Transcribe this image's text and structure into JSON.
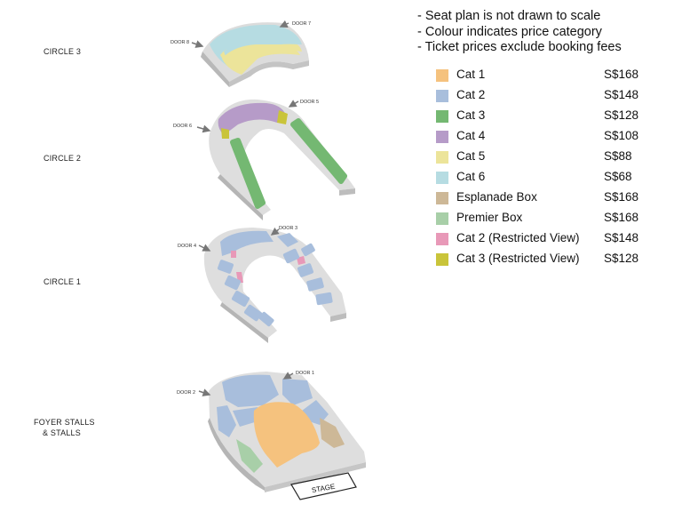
{
  "levels": {
    "circle3": "CIRCLE 3",
    "circle2": "CIRCLE 2",
    "circle1": "CIRCLE 1",
    "stalls_line1": "FOYER STALLS",
    "stalls_line2": "& STALLS"
  },
  "doors": {
    "d1": "DOOR 1",
    "d2": "DOOR 2",
    "d3": "DOOR 3",
    "d4": "DOOR 4",
    "d5": "DOOR 5",
    "d6": "DOOR 6",
    "d7": "DOOR 7",
    "d8": "DOOR 8"
  },
  "stage_label": "STAGE",
  "notes": [
    "- Seat plan is not drawn to scale",
    "- Colour indicates price category",
    "- Ticket prices exclude booking fees"
  ],
  "legend": [
    {
      "name": "Cat 1",
      "price": "S$168",
      "color": "#f5c27e"
    },
    {
      "name": "Cat 2",
      "price": "S$148",
      "color": "#a8bedc"
    },
    {
      "name": "Cat 3",
      "price": "S$128",
      "color": "#74b872"
    },
    {
      "name": "Cat 4",
      "price": "S$108",
      "color": "#b69bc8"
    },
    {
      "name": "Cat 5",
      "price": "S$88",
      "color": "#ece49a"
    },
    {
      "name": "Cat 6",
      "price": "S$68",
      "color": "#b6dce2"
    },
    {
      "name": "Esplanade Box",
      "price": "S$168",
      "color": "#cdb897"
    },
    {
      "name": "Premier Box",
      "price": "S$168",
      "color": "#a8cfa8"
    },
    {
      "name": "Cat 2 (Restricted View)",
      "price": "S$148",
      "color": "#e899b8"
    },
    {
      "name": "Cat 3 (Restricted View)",
      "price": "S$128",
      "color": "#c9c43a"
    }
  ]
}
